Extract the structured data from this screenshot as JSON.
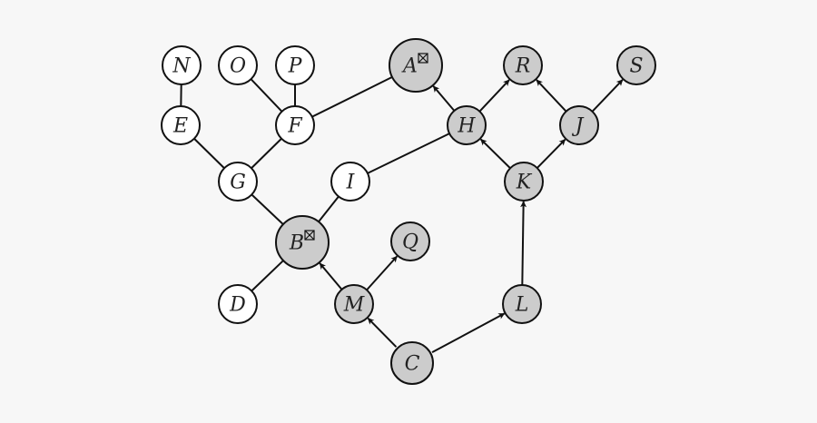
{
  "colors": {
    "background": "#f7f7f7",
    "white_node": "#ffffff",
    "shaded_node": "#cccccc",
    "stroke": "#111111"
  },
  "nodes": [
    {
      "id": "N",
      "label": "N",
      "shaded": false
    },
    {
      "id": "O",
      "label": "O",
      "shaded": false
    },
    {
      "id": "P",
      "label": "P",
      "shaded": false
    },
    {
      "id": "A",
      "label": "A",
      "shaded": true,
      "marker": "boxed-x",
      "large": true
    },
    {
      "id": "R",
      "label": "R",
      "shaded": true
    },
    {
      "id": "S",
      "label": "S",
      "shaded": true
    },
    {
      "id": "E",
      "label": "E",
      "shaded": false
    },
    {
      "id": "F",
      "label": "F",
      "shaded": false
    },
    {
      "id": "H",
      "label": "H",
      "shaded": true
    },
    {
      "id": "J",
      "label": "J",
      "shaded": true
    },
    {
      "id": "G",
      "label": "G",
      "shaded": false
    },
    {
      "id": "I",
      "label": "I",
      "shaded": false
    },
    {
      "id": "K",
      "label": "K",
      "shaded": true
    },
    {
      "id": "B",
      "label": "B",
      "shaded": true,
      "marker": "boxed-x",
      "large": true
    },
    {
      "id": "Q",
      "label": "Q",
      "shaded": true
    },
    {
      "id": "D",
      "label": "D",
      "shaded": false
    },
    {
      "id": "M",
      "label": "M",
      "shaded": true
    },
    {
      "id": "L",
      "label": "L",
      "shaded": true
    },
    {
      "id": "C",
      "label": "C",
      "shaded": true,
      "highlighted": true
    }
  ],
  "edges": [
    {
      "from": "N",
      "to": "E",
      "directed": false
    },
    {
      "from": "O",
      "to": "F",
      "directed": false
    },
    {
      "from": "P",
      "to": "F",
      "directed": false
    },
    {
      "from": "F",
      "to": "A",
      "directed": false
    },
    {
      "from": "E",
      "to": "G",
      "directed": false
    },
    {
      "from": "F",
      "to": "G",
      "directed": false
    },
    {
      "from": "G",
      "to": "B",
      "directed": false
    },
    {
      "from": "I",
      "to": "B",
      "directed": false
    },
    {
      "from": "I",
      "to": "H",
      "directed": false
    },
    {
      "from": "B",
      "to": "D",
      "directed": false
    },
    {
      "from": "H",
      "to": "A",
      "directed": true
    },
    {
      "from": "H",
      "to": "R",
      "directed": true
    },
    {
      "from": "J",
      "to": "R",
      "directed": true
    },
    {
      "from": "J",
      "to": "S",
      "directed": true
    },
    {
      "from": "K",
      "to": "H",
      "directed": true
    },
    {
      "from": "K",
      "to": "J",
      "directed": true
    },
    {
      "from": "L",
      "to": "K",
      "directed": true
    },
    {
      "from": "M",
      "to": "B",
      "directed": true
    },
    {
      "from": "M",
      "to": "Q",
      "directed": true
    },
    {
      "from": "C",
      "to": "M",
      "directed": true
    },
    {
      "from": "C",
      "to": "L",
      "directed": true
    }
  ]
}
